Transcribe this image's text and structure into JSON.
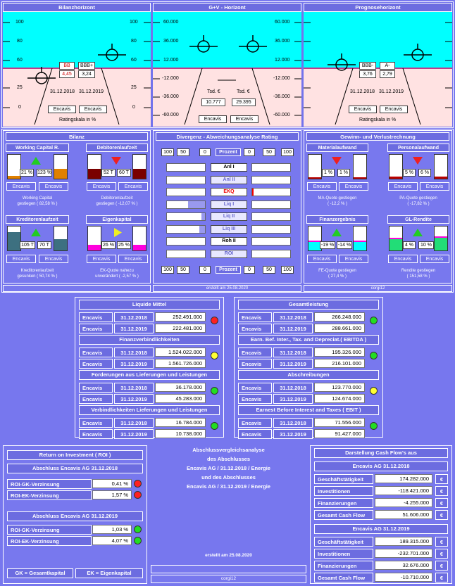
{
  "top": {
    "bilanz_title": "Bilanzhorizont",
    "guv_title": "G+V - Horizont",
    "prognose_title": "Prognosehorizont",
    "bilanz_ticks_left": [
      "100",
      "80",
      "60",
      "25",
      "0"
    ],
    "bilanz_ticks_right": [
      "100",
      "80",
      "60",
      "25",
      "0"
    ],
    "guv_ticks_left": [
      "60.000",
      "36.000",
      "12.000",
      "-12.000",
      "-36.000",
      "-60.000"
    ],
    "guv_ticks_right": [
      "60.000",
      "36.000",
      "12.000",
      "-12.000",
      "-36.000",
      "-60.000"
    ],
    "bilanz_rating_2018": "BB",
    "bilanz_rating_2019": "BBB+",
    "bilanz_value_2018": "4,45",
    "bilanz_value_2019": "3,24",
    "date1": "31.12.2018",
    "date2": "31.12.2019",
    "encavis": "Encavis",
    "ratingskala": "Ratingskala in %",
    "tsd1": "Tsd. €",
    "tsd2": "Tsd. €",
    "guv_value1": "10.777",
    "guv_value2": "29.395",
    "prog_rating_1": "BBB-",
    "prog_rating_2": "A-",
    "prog_value_1": "3,76",
    "prog_value_2": "2,79"
  },
  "mid": {
    "bilanz_title": "Bilanz",
    "divergenz_title": "Divergenz - Abweichungsanalyse Rating",
    "guv_title": "Gewinn- und Verlustrechnung",
    "footer_left": "",
    "footer_mid": "erstellt am 25.08.2020",
    "footer_right": "corgi12",
    "encavis": "Encavis",
    "wc": {
      "title": "Working Capital R.",
      "v1": "21 %",
      "v2": "123 %",
      "note1": "Working Capital",
      "note2": "gestiegen  ( 82,58 % )"
    },
    "deb": {
      "title": "Debitorenlaufzeit",
      "v1": "52 T",
      "v2": "60 T",
      "note1": "Debitorenlaufzeit",
      "note2": "gestiegen  ( -12,07 % )"
    },
    "kred": {
      "title": "Kreditorenlaufzeit",
      "v1": "105 T",
      "v2": "70 T",
      "note1": "Kreditorenlaufzeit",
      "note2": "gesunken  ( 50,74 % )"
    },
    "ek": {
      "title": "Eigenkapital",
      "v1": "26 %",
      "v2": "25 %",
      "note1": "EK-Quote nahezu",
      "note2": "unverändert  ( -2,57 % )"
    },
    "mat": {
      "title": "Materialaufwand",
      "v1": "1 %",
      "v2": "1 %",
      "note1": "MA-Quote gestiegen",
      "note2": "( -12,2 % )"
    },
    "pers": {
      "title": "Personalaufwand",
      "v1": "5 %",
      "v2": "6 %",
      "note1": "PA-Quote gestiegen",
      "note2": "( -17,82 % )"
    },
    "fin": {
      "title": "Finanzergebnis",
      "v1": "-19 %",
      "v2": "-14 %",
      "note1": "FE-Quote gestiegen",
      "note2": "( 27,4 % )"
    },
    "gl": {
      "title": "GL-Rendite",
      "v1": "4 %",
      "v2": "10 %",
      "note1": "Rendite gestiegen",
      "note2": "( 151,58 % )"
    },
    "scale_left": [
      "100",
      "50",
      "0"
    ],
    "scale_label": "Prozent",
    "scale_right": [
      "0",
      "50",
      "100"
    ],
    "ratios": [
      {
        "label": "Anl I",
        "fill_left": 0,
        "fill_right": 0,
        "active": true,
        "red": false
      },
      {
        "label": "Anl II",
        "fill_left": 0,
        "fill_right": 0,
        "active": false,
        "red": false
      },
      {
        "label": "EKQ",
        "fill_left": 0,
        "fill_right": 0,
        "active": true,
        "red": true
      },
      {
        "label": "Liq I",
        "fill_left": 0.45,
        "fill_right": 0,
        "active": false,
        "red": false
      },
      {
        "label": "Liq II",
        "fill_left": 0.1,
        "fill_right": 0,
        "active": false,
        "red": false
      },
      {
        "label": "Liq III",
        "fill_left": 0.15,
        "fill_right": 0,
        "active": false,
        "red": false
      },
      {
        "label": "Roh II",
        "fill_left": 0,
        "fill_right": 0,
        "active": true,
        "red": false
      },
      {
        "label": "ROI",
        "fill_left": 0,
        "fill_right": 0,
        "active": false,
        "red": false
      }
    ]
  },
  "lower": {
    "encavis": "Encavis",
    "liquide": {
      "title": "Liquide Mittel",
      "rows": [
        {
          "date": "31.12.2018",
          "value": "252.491.000"
        },
        {
          "date": "31.12.2019",
          "value": "222.481.000"
        }
      ],
      "status": "red"
    },
    "finanzverb": {
      "title": "Finanzverbindlichkeiten",
      "rows": [
        {
          "date": "31.12.2018",
          "value": "1.524.022.000"
        },
        {
          "date": "31.12.2019",
          "value": "1.561.726.000"
        }
      ],
      "status": "yellow"
    },
    "forderungen": {
      "title": "Forderungen aus Lieferungen und Leistungen",
      "rows": [
        {
          "date": "31.12.2018",
          "value": "36.178.000"
        },
        {
          "date": "31.12.2019",
          "value": "45.283.000"
        }
      ],
      "status": "green"
    },
    "verbindl": {
      "title": "Verbindlichkeiten Lieferungen und Leistungen",
      "rows": [
        {
          "date": "31.12.2018",
          "value": "16.784.000"
        },
        {
          "date": "31.12.2019",
          "value": "10.738.000"
        }
      ],
      "status": "green"
    },
    "gesamtleistung": {
      "title": "Gesamtleistung",
      "rows": [
        {
          "date": "31.12.2018",
          "value": "266.248.000"
        },
        {
          "date": "31.12.2019",
          "value": "288.661.000"
        }
      ],
      "status": "green"
    },
    "ebitda": {
      "title": "Earn. Bef. Inter., Tax. and Depreciat.( EBITDA )",
      "rows": [
        {
          "date": "31.12.2018",
          "value": "195.326.000"
        },
        {
          "date": "31.12.2019",
          "value": "216.101.000"
        }
      ],
      "status": "green"
    },
    "abschr": {
      "title": "Abschreibungen",
      "rows": [
        {
          "date": "31.12.2018",
          "value": "123.770.000"
        },
        {
          "date": "31.12.2019",
          "value": "124.674.000"
        }
      ],
      "status": "yellow"
    },
    "ebit": {
      "title": "Earnest Before Interest and Taxes ( EBIT )",
      "rows": [
        {
          "date": "31.12.2018",
          "value": "71.556.000"
        },
        {
          "date": "31.12.2019",
          "value": "91.427.000"
        }
      ],
      "status": "green"
    }
  },
  "bottom": {
    "roi_title": "Return on Investment ( ROI )",
    "abschluss1": "Abschluss  Encavis AG  31.12.2018",
    "abschluss2": "Abschluss  Encavis AG  31.12.2019",
    "gk_label": "ROI-GK-Verzinsung",
    "ek_label": "ROI-EK-Verzinsung",
    "gk_2018": "0,41 %",
    "ek_2018": "1,57 %",
    "gk_2019": "1,03 %",
    "ek_2019": "4,07 %",
    "legend_gk": "GK = Gesamtkapital",
    "legend_ek": "EK = Eigenkapital",
    "center_lines": [
      "Abschlussvergleichsanalyse",
      "des Abschlusses",
      "Encavis AG / 31.12.2018 / Energie",
      "und des Abschlusses",
      "Encavis AG / 31.12.2019 / Energie"
    ],
    "erstellt": "erstellt am 25.08.2020",
    "corgi": "corgi12",
    "cf_title": "Darstellung Cash Flow's aus",
    "cf_h1": "Encavis AG  31.12.2018",
    "cf_h2": "Encavis AG  31.12.2019",
    "cf_labels": [
      "Geschäftstätigkeit",
      "Investitionen",
      "Finanzierungen",
      "Gesamt Cash Flow"
    ],
    "cf_2018": [
      "174.282.000",
      "-118.421.000",
      "-4.255.000",
      "51.606.000"
    ],
    "cf_2019": [
      "189.315.000",
      "-232.701.000",
      "32.676.000",
      "-10.710.000"
    ],
    "euro": "€"
  }
}
